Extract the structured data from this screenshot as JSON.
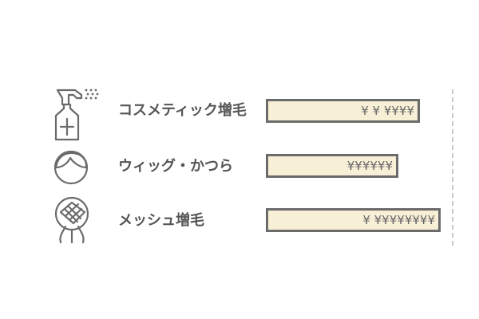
{
  "colors": {
    "bar_fill": "#f7efd6",
    "bar_border": "#6b6b6b",
    "label_text": "#555555",
    "icon_stroke": "#6b6b6b",
    "reference_line": "#c8c8c8"
  },
  "chart_data": {
    "type": "bar",
    "orientation": "horizontal",
    "categories": [
      "コスメティック増毛",
      "ウィッグ・かつら",
      "メッシュ増毛"
    ],
    "icons": [
      "spray-bottle-icon",
      "wig-head-icon",
      "mesh-hair-icon"
    ],
    "value_labels": [
      "¥ ¥ ¥¥¥¥",
      "¥¥¥¥¥¥",
      "¥ ¥¥¥¥¥¥¥¥"
    ],
    "values": [
      0.88,
      0.76,
      1.0
    ],
    "xlim": [
      0,
      1.0
    ],
    "reference_line": "dashed-vertical-right",
    "title": "",
    "xlabel": "",
    "ylabel": ""
  }
}
